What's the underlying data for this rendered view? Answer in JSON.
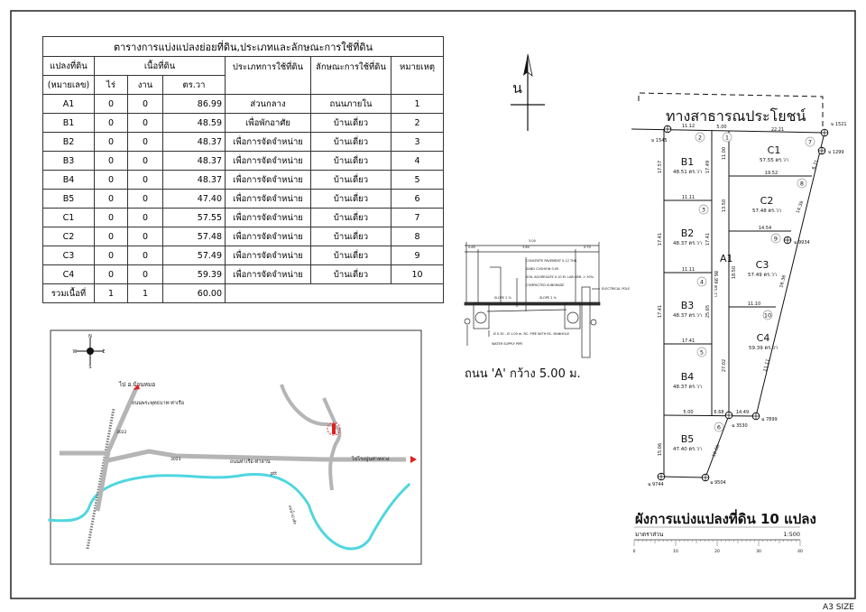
{
  "table": {
    "title": "ตารางการแบ่งแปลงย่อยที่ดิน,ประเภทและลักษณะการใช้ที่ดิน",
    "headers": {
      "plot": "แปลงที่ดิน",
      "plot_sub": "(หมายเลข)",
      "area": "เนื้อที่ดิน",
      "rai": "ไร่",
      "ngan": "งาน",
      "sqwa": "ตร.วา",
      "use_type": "ประเภทการใช้ที่ดิน",
      "use_character": "ลักษณะการใช้ที่ดิน",
      "note": "หมายเหตุ"
    },
    "rows": [
      {
        "plot": "A1",
        "rai": "0",
        "ngan": "0",
        "sqwa": "86.99",
        "use_type": "ส่วนกลาง",
        "use_character": "ถนนภายใน",
        "note": "1"
      },
      {
        "plot": "B1",
        "rai": "0",
        "ngan": "0",
        "sqwa": "48.59",
        "use_type": "เพื่อพักอาศัย",
        "use_character": "บ้านเดี่ยว",
        "note": "2"
      },
      {
        "plot": "B2",
        "rai": "0",
        "ngan": "0",
        "sqwa": "48.37",
        "use_type": "เพื่อการจัดจำหน่าย",
        "use_character": "บ้านเดี่ยว",
        "note": "3"
      },
      {
        "plot": "B3",
        "rai": "0",
        "ngan": "0",
        "sqwa": "48.37",
        "use_type": "เพื่อการจัดจำหน่าย",
        "use_character": "บ้านเดี่ยว",
        "note": "4"
      },
      {
        "plot": "B4",
        "rai": "0",
        "ngan": "0",
        "sqwa": "48.37",
        "use_type": "เพื่อการจัดจำหน่าย",
        "use_character": "บ้านเดี่ยว",
        "note": "5"
      },
      {
        "plot": "B5",
        "rai": "0",
        "ngan": "0",
        "sqwa": "47.40",
        "use_type": "เพื่อการจัดจำหน่าย",
        "use_character": "บ้านเดี่ยว",
        "note": "6"
      },
      {
        "plot": "C1",
        "rai": "0",
        "ngan": "0",
        "sqwa": "57.55",
        "use_type": "เพื่อการจัดจำหน่าย",
        "use_character": "บ้านเดี่ยว",
        "note": "7"
      },
      {
        "plot": "C2",
        "rai": "0",
        "ngan": "0",
        "sqwa": "57.48",
        "use_type": "เพื่อการจัดจำหน่าย",
        "use_character": "บ้านเดี่ยว",
        "note": "8"
      },
      {
        "plot": "C3",
        "rai": "0",
        "ngan": "0",
        "sqwa": "57.49",
        "use_type": "เพื่อการจัดจำหน่าย",
        "use_character": "บ้านเดี่ยว",
        "note": "9"
      },
      {
        "plot": "C4",
        "rai": "0",
        "ngan": "0",
        "sqwa": "59.39",
        "use_type": "เพื่อการจัดจำหน่าย",
        "use_character": "บ้านเดี่ยว",
        "note": "10"
      }
    ],
    "total": {
      "label": "รวมเนื้อที่",
      "rai": "1",
      "ngan": "1",
      "sqwa": "60.00"
    }
  },
  "north_arrow": {
    "label": "น"
  },
  "road_section": {
    "title": "ถนน 'A' กว้าง 5.00 ม.",
    "dims": [
      "5.00",
      "0.60",
      "3.80",
      "0.70"
    ],
    "notes": [
      "CONCRETE PAVEMENT 0.12 THK.",
      "SAND CUSHION 0.05",
      "SOIL AGGREGATE 0.10 M. LAB CBR. > 30%",
      "COMPACTED SUBGRADE",
      "ELECTRICAL POLE",
      "Ø 0.30 - Ø 1.00 m. RC. PIPE WITH RC. MANHOLE",
      "WATER SUPPLY PIPE"
    ],
    "slope_left": "SLOPE 2 %",
    "slope_right": "SLOPE 2 %"
  },
  "plan": {
    "public_way": "ทางสาธารณประโยชน์",
    "plots": [
      {
        "id": "B1",
        "area": "48.51 ตร.วา",
        "num": "2"
      },
      {
        "id": "B2",
        "area": "48.37 ตร.วา",
        "num": "3"
      },
      {
        "id": "B3",
        "area": "48.37 ตร.วา",
        "num": "4"
      },
      {
        "id": "B4",
        "area": "48.37 ตร.วา",
        "num": "5"
      },
      {
        "id": "B5",
        "area": "47.40 ตร.วา",
        "num": "6"
      },
      {
        "id": "C1",
        "area": "57.55 ตร.วา",
        "num": "7"
      },
      {
        "id": "C2",
        "area": "57.48 ตร.วา",
        "num": "8"
      },
      {
        "id": "C3",
        "area": "57.49 ตร.วา",
        "num": "9"
      },
      {
        "id": "C4",
        "area": "59.39 ตร.วา",
        "num": "10"
      },
      {
        "id": "A1",
        "area": "86.99 ตร.วา",
        "num": "1"
      }
    ],
    "markers": [
      "ม 1545",
      "ม 1521",
      "ม 1299",
      "ฉ 9934",
      "ฉ 3530",
      "ฉ 7899",
      "ฉ 9504",
      "ฉ 9744"
    ],
    "dimensions": [
      "11.12",
      "5.00",
      "22.21",
      "17.57",
      "17.49",
      "11.00",
      "19.52",
      "11.11",
      "13.50",
      "14.39",
      "14.54",
      "17.41",
      "17.41",
      "6.71",
      "18.50",
      "16.36",
      "11.10",
      "11.11",
      "17.41",
      "17.41",
      "25.65",
      "27.02",
      "11.11",
      "5.00",
      "6.68",
      "14.49",
      "15.06",
      "10.60"
    ],
    "title": "ผังการแบ่งแปลงที่ดิน 10 แปลง",
    "scale_label": "มาตราส่วน",
    "scale_value": "1:500",
    "scale_ticks": [
      "0",
      "10",
      "20",
      "30",
      "40"
    ]
  },
  "location_map": {
    "compass": [
      "N",
      "S",
      "E",
      "W"
    ],
    "labels": [
      "ไป อ.บ้านหมอ",
      "ถนนพระพุทธบาท-ท่าเรือ",
      "ถนนท่าเรือ-ท่าลาน",
      "ไปโรงปูนท่าหลวง",
      "3022",
      "3023",
      "ptt",
      "แม่น้ำป่าสัก"
    ]
  },
  "sheet_size": "A3 SIZE",
  "colors": {
    "river": "#4fd6e0",
    "road": "#b5b5b5",
    "line": "#111111"
  }
}
